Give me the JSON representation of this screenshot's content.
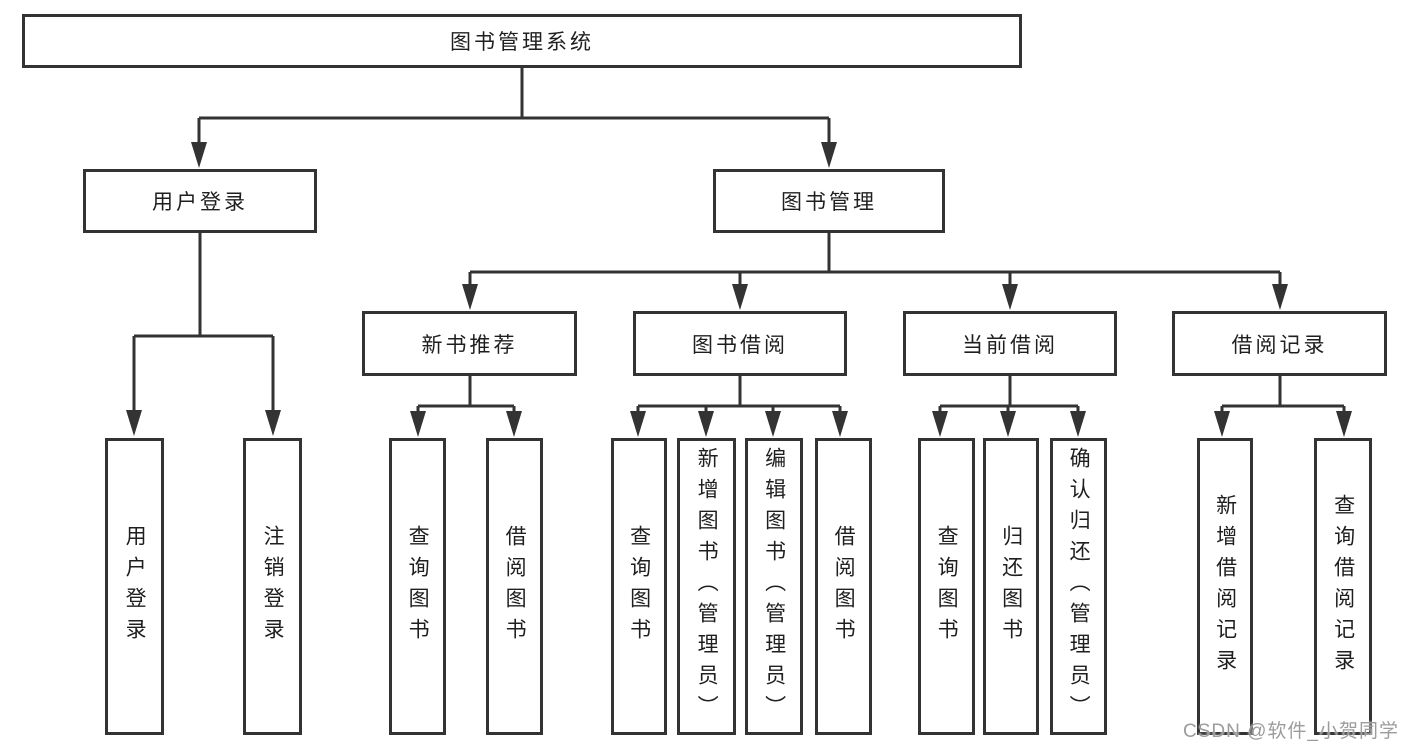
{
  "diagram": {
    "root": {
      "label": "图书管理系统"
    },
    "level2": [
      {
        "label": "用户登录"
      },
      {
        "label": "图书管理"
      }
    ],
    "level3": [
      {
        "label": "新书推荐"
      },
      {
        "label": "图书借阅"
      },
      {
        "label": "当前借阅"
      },
      {
        "label": "借阅记录"
      }
    ],
    "leaves": [
      {
        "label": "用户登录"
      },
      {
        "label": "注销登录"
      },
      {
        "label": "查询图书"
      },
      {
        "label": "借阅图书"
      },
      {
        "label": "查询图书"
      },
      {
        "label": "新增图书（管理员）"
      },
      {
        "label": "编辑图书（管理员）"
      },
      {
        "label": "借阅图书"
      },
      {
        "label": "查询图书"
      },
      {
        "label": "归还图书"
      },
      {
        "label": "确认归还（管理员）"
      },
      {
        "label": "新增借阅记录"
      },
      {
        "label": "查询借阅记录"
      }
    ],
    "watermark": "CSDN @软件_小贺同学",
    "colors": {
      "line": "#333333",
      "text": "#1f1f1f",
      "watermark": "#9c9c9c",
      "background": "#ffffff"
    }
  }
}
